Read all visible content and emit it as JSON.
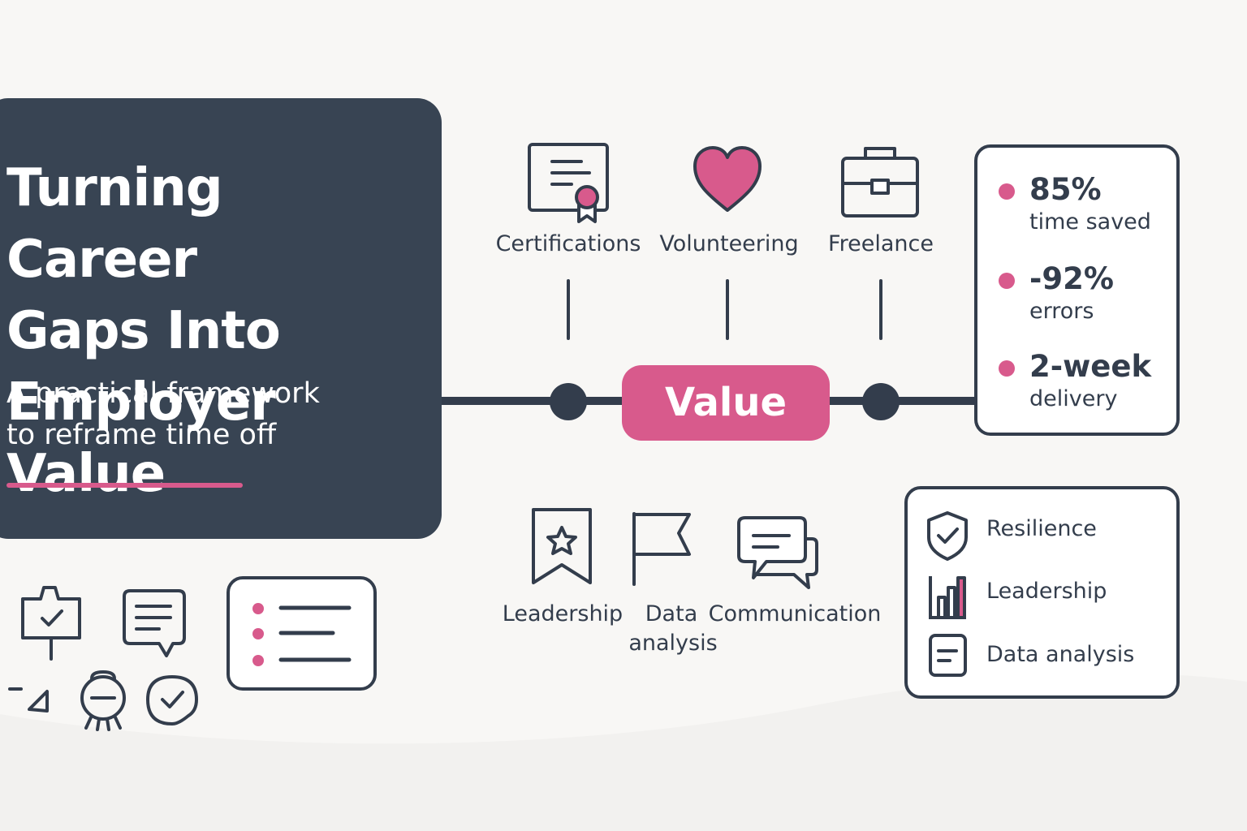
{
  "header": {
    "title_lines": [
      "Turning Career",
      "Gaps Into",
      "Employer Value"
    ],
    "subtitle_lines": [
      "A practical framework",
      "to reframe time off"
    ]
  },
  "colors": {
    "accent": "#d85a8c",
    "dark": "#384453",
    "ink": "#333d4c",
    "background": "#f8f7f5"
  },
  "inputs": [
    {
      "label": "Certifications",
      "icon": "certificate-icon"
    },
    {
      "label": "Volunteering",
      "icon": "heart-icon"
    },
    {
      "label": "Freelance",
      "icon": "briefcase-icon"
    }
  ],
  "center": {
    "label": "Value"
  },
  "skills": [
    {
      "label": "Leadership",
      "icon": "star-ribbon-icon"
    },
    {
      "label_lines": [
        "Data",
        "analysis"
      ],
      "icon": "flag-icon"
    },
    {
      "label": "Communication",
      "icon": "chat-bubbles-icon"
    }
  ],
  "stats": [
    {
      "value": "85%",
      "label": "time saved"
    },
    {
      "value": "-92%",
      "label": "errors"
    },
    {
      "value": "2-week",
      "label": "delivery"
    }
  ],
  "traits": [
    {
      "label": "Resilience",
      "icon": "shield-check-icon"
    },
    {
      "label": "Leadership",
      "icon": "bar-chart-icon"
    },
    {
      "label": "Data analysis",
      "icon": "document-icon"
    }
  ],
  "decorative_icons": [
    "signpost-check-icon",
    "message-icon",
    "list-card-icon",
    "corner-marks-icon",
    "robot-icon",
    "check-badge-icon"
  ]
}
